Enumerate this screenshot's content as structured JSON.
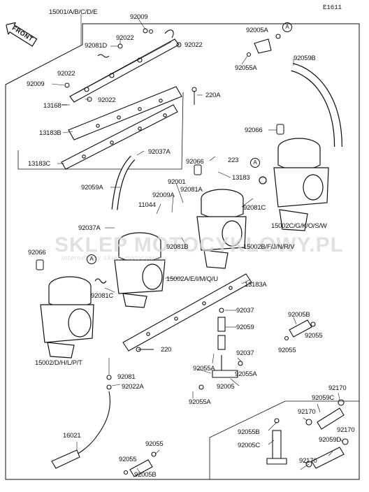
{
  "diagram_code": "E1611",
  "direction_label": "FRONT",
  "watermark": {
    "main": "SKLEP MOTOCYKLOWY.PL",
    "sub": "internetowy sklep motocyklowy"
  },
  "circle_marker": "A",
  "labels": [
    "15001/A/B/C/D/E",
    "92009",
    "92022",
    "92081D",
    "92022",
    "92022",
    "92009",
    "92022",
    "13168",
    "13183B",
    "13183C",
    "92005A",
    "92055A",
    "92059B",
    "220A",
    "92066",
    "223",
    "13183",
    "92066",
    "92037A",
    "92059A",
    "92001",
    "92081A",
    "92009A",
    "11044",
    "92081C",
    "15002C/G/K/O/S/W",
    "92037A",
    "92081B",
    "15002B/F/J/N/R/V",
    "92066",
    "92081C",
    "15002A/E/I/M/Q/U",
    "13183A",
    "92037",
    "92059",
    "92005B",
    "92055",
    "92055",
    "15002/D/H/L/P/T",
    "220",
    "92037",
    "92055A",
    "92081",
    "92022A",
    "92055A",
    "92005",
    "92055A",
    "92170",
    "92059C",
    "92170",
    "92170",
    "92055B",
    "92059D",
    "92005C",
    "92170",
    "16021",
    "92055",
    "92055",
    "92005B"
  ]
}
